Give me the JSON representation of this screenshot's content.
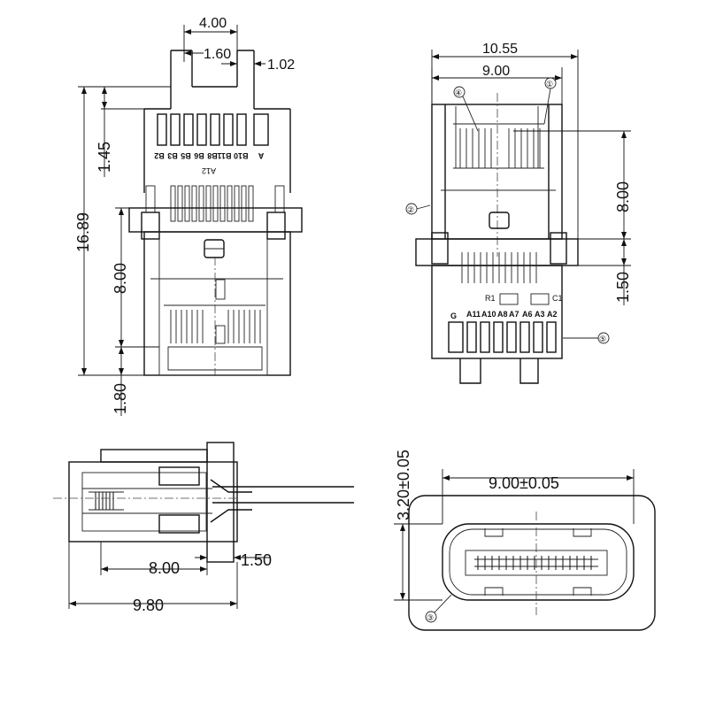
{
  "top_left_view": {
    "dims": {
      "pin_span": "4.00",
      "pin_width": "1.60",
      "pin_offset": "1.02",
      "tail_height": "1.45",
      "overall_length": "16.89",
      "body_length": "8.00",
      "front_offset": "1.80"
    },
    "pin_labels": [
      "B2",
      "B3",
      "B5",
      "B6",
      "B8",
      "B10 B11",
      "A"
    ],
    "small_text": "A12"
  },
  "top_right_view": {
    "dims": {
      "overall_width": "10.55",
      "inner_width": "9.00",
      "body_length": "8.00",
      "pcb_offset": "1.50"
    },
    "pin_labels": [
      "G",
      "A11",
      "A10",
      "A8",
      "A7",
      "A6",
      "A3",
      "A2"
    ],
    "small_labels": [
      "R1",
      "C1"
    ],
    "callouts": [
      "①",
      "②",
      "④",
      "⑤"
    ]
  },
  "side_view": {
    "dims": {
      "body_length": "8.00",
      "flange": "1.50",
      "overall_length": "9.80"
    }
  },
  "front_view": {
    "dims": {
      "width": "9.00±0.05",
      "height": "3.20±0.05"
    },
    "callouts": [
      "③"
    ]
  }
}
